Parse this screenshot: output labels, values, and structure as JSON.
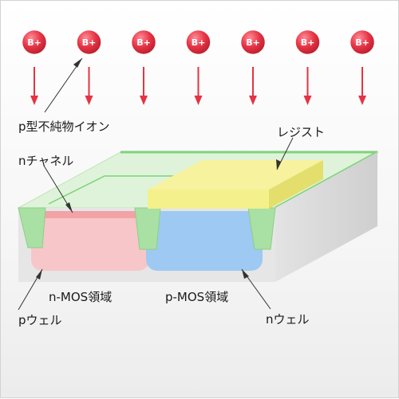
{
  "ions": {
    "label": "B+",
    "count": 7
  },
  "labels": {
    "impurity_ion": "p型不純物イオン",
    "resist": "レジスト",
    "n_channel": "nチャネル",
    "n_mos_region": "n-MOS領域",
    "p_mos_region": "p-MOS領域",
    "p_well": "pウェル",
    "n_well": "nウェル"
  },
  "colors": {
    "ion": "#e53344",
    "resist": "#f4f08c",
    "p_well": "#f7c6c8",
    "n_well": "#9ec9f2",
    "n_channel": "#f2a3a6",
    "oxide": "#a9e0a3",
    "substrate": "#d9d9d9"
  }
}
